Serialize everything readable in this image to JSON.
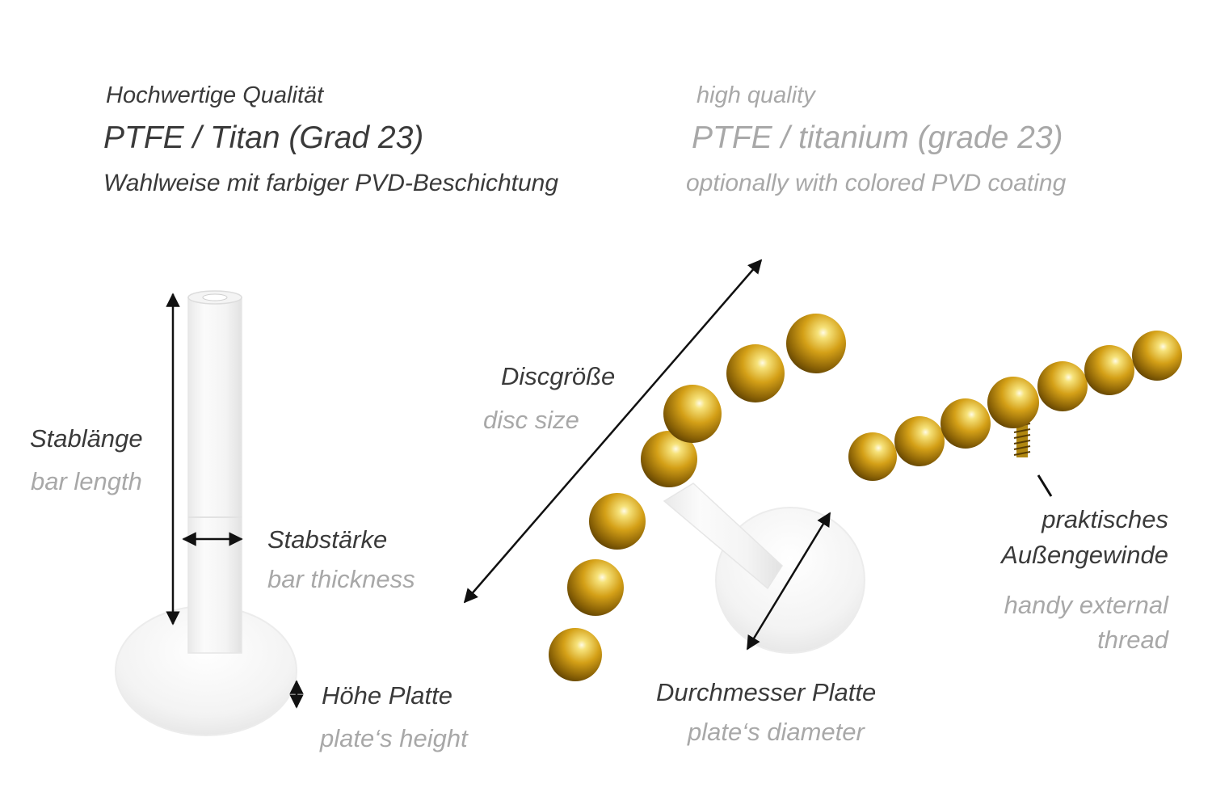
{
  "header": {
    "de_quality": "Hochwertige Qualität",
    "de_material": "PTFE / Titan (Grad 23)",
    "de_coating": "Wahlweise mit farbiger PVD-Beschichtung",
    "en_quality": "high quality",
    "en_material": "PTFE / titanium (grade 23)",
    "en_coating": "optionally with colored PVD coating"
  },
  "labels": {
    "bar_length_de": "Stablänge",
    "bar_length_en": "bar length",
    "bar_thickness_de": "Stabstärke",
    "bar_thickness_en": "bar thickness",
    "plate_height_de": "Höhe Platte",
    "plate_height_en": "plate‘s height",
    "disc_size_de": "Discgröße",
    "disc_size_en": "disc size",
    "plate_diameter_de": "Durchmesser Platte",
    "plate_diameter_en": "plate‘s diameter",
    "thread_de_1": "praktisches",
    "thread_de_2": "Außengewinde",
    "thread_en_1": "handy external",
    "thread_en_2": "thread"
  },
  "colors": {
    "gold": "#d4a017",
    "german_text": "#3a3a3a",
    "english_text": "#a8a8a8"
  }
}
